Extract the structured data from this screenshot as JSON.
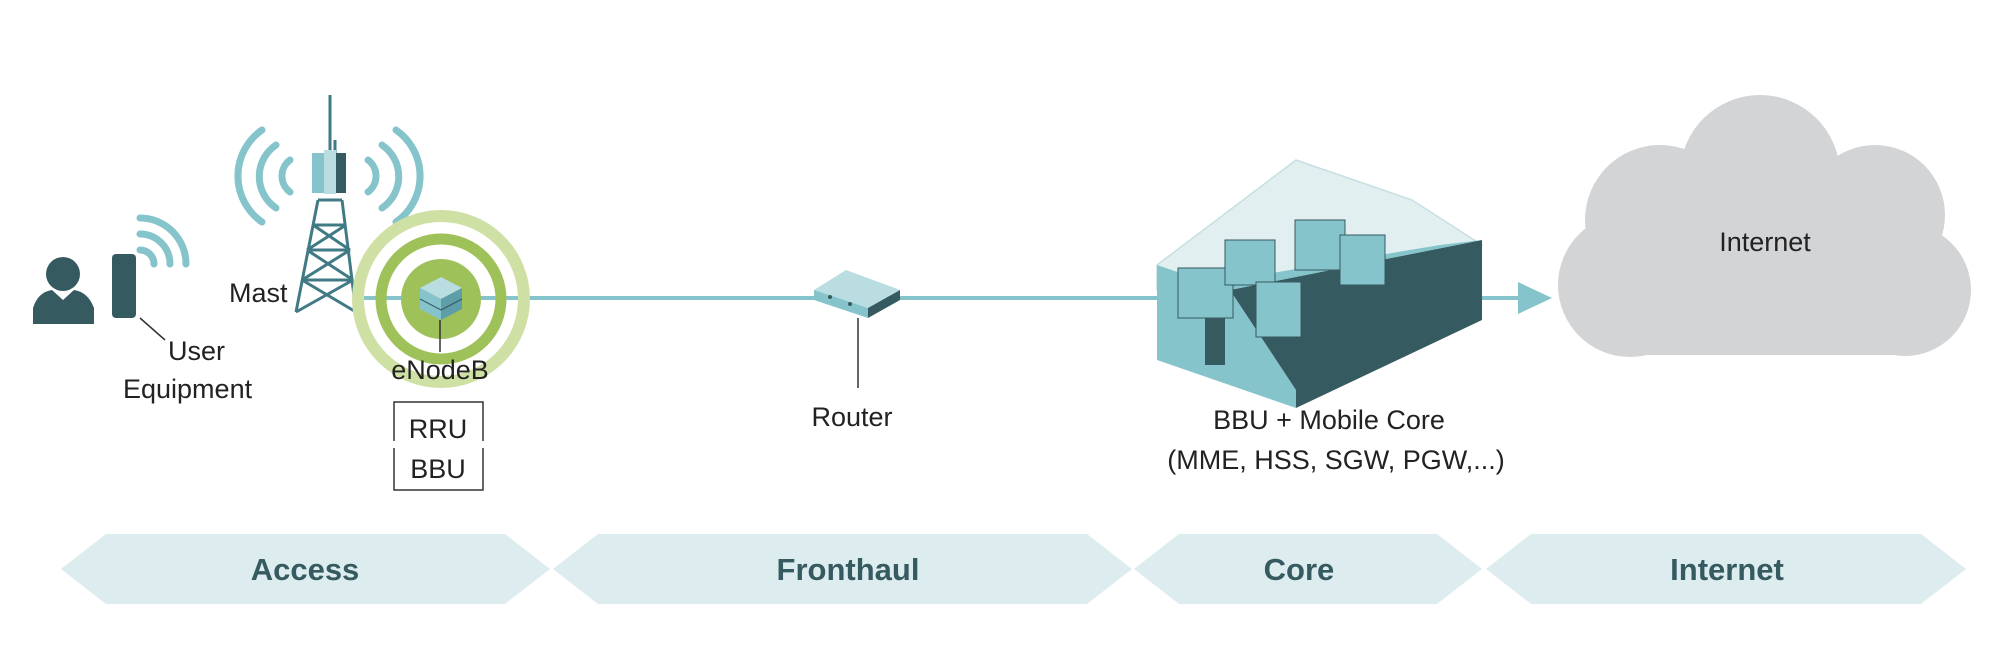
{
  "labels": {
    "user_equipment_line1": "User",
    "user_equipment_line2": "Equipment",
    "mast": "Mast",
    "enodeb": "eNodeB",
    "rru": "RRU",
    "bbu": "BBU",
    "router": "Router",
    "core_title": "BBU + Mobile Core",
    "core_subtitle": "(MME, HSS, SGW, PGW,...)",
    "cloud": "Internet"
  },
  "segments": [
    {
      "label": "Access"
    },
    {
      "label": "Fronthaul"
    },
    {
      "label": "Core"
    },
    {
      "label": "Internet"
    }
  ],
  "colors": {
    "dark_teal": "#355a60",
    "light_teal": "#86c4cc",
    "segment_fill": "#ddecee",
    "ring_green_light": "#cfe0a4",
    "ring_green": "#9fc15a",
    "cloud_gray": "#d3d4d6"
  }
}
